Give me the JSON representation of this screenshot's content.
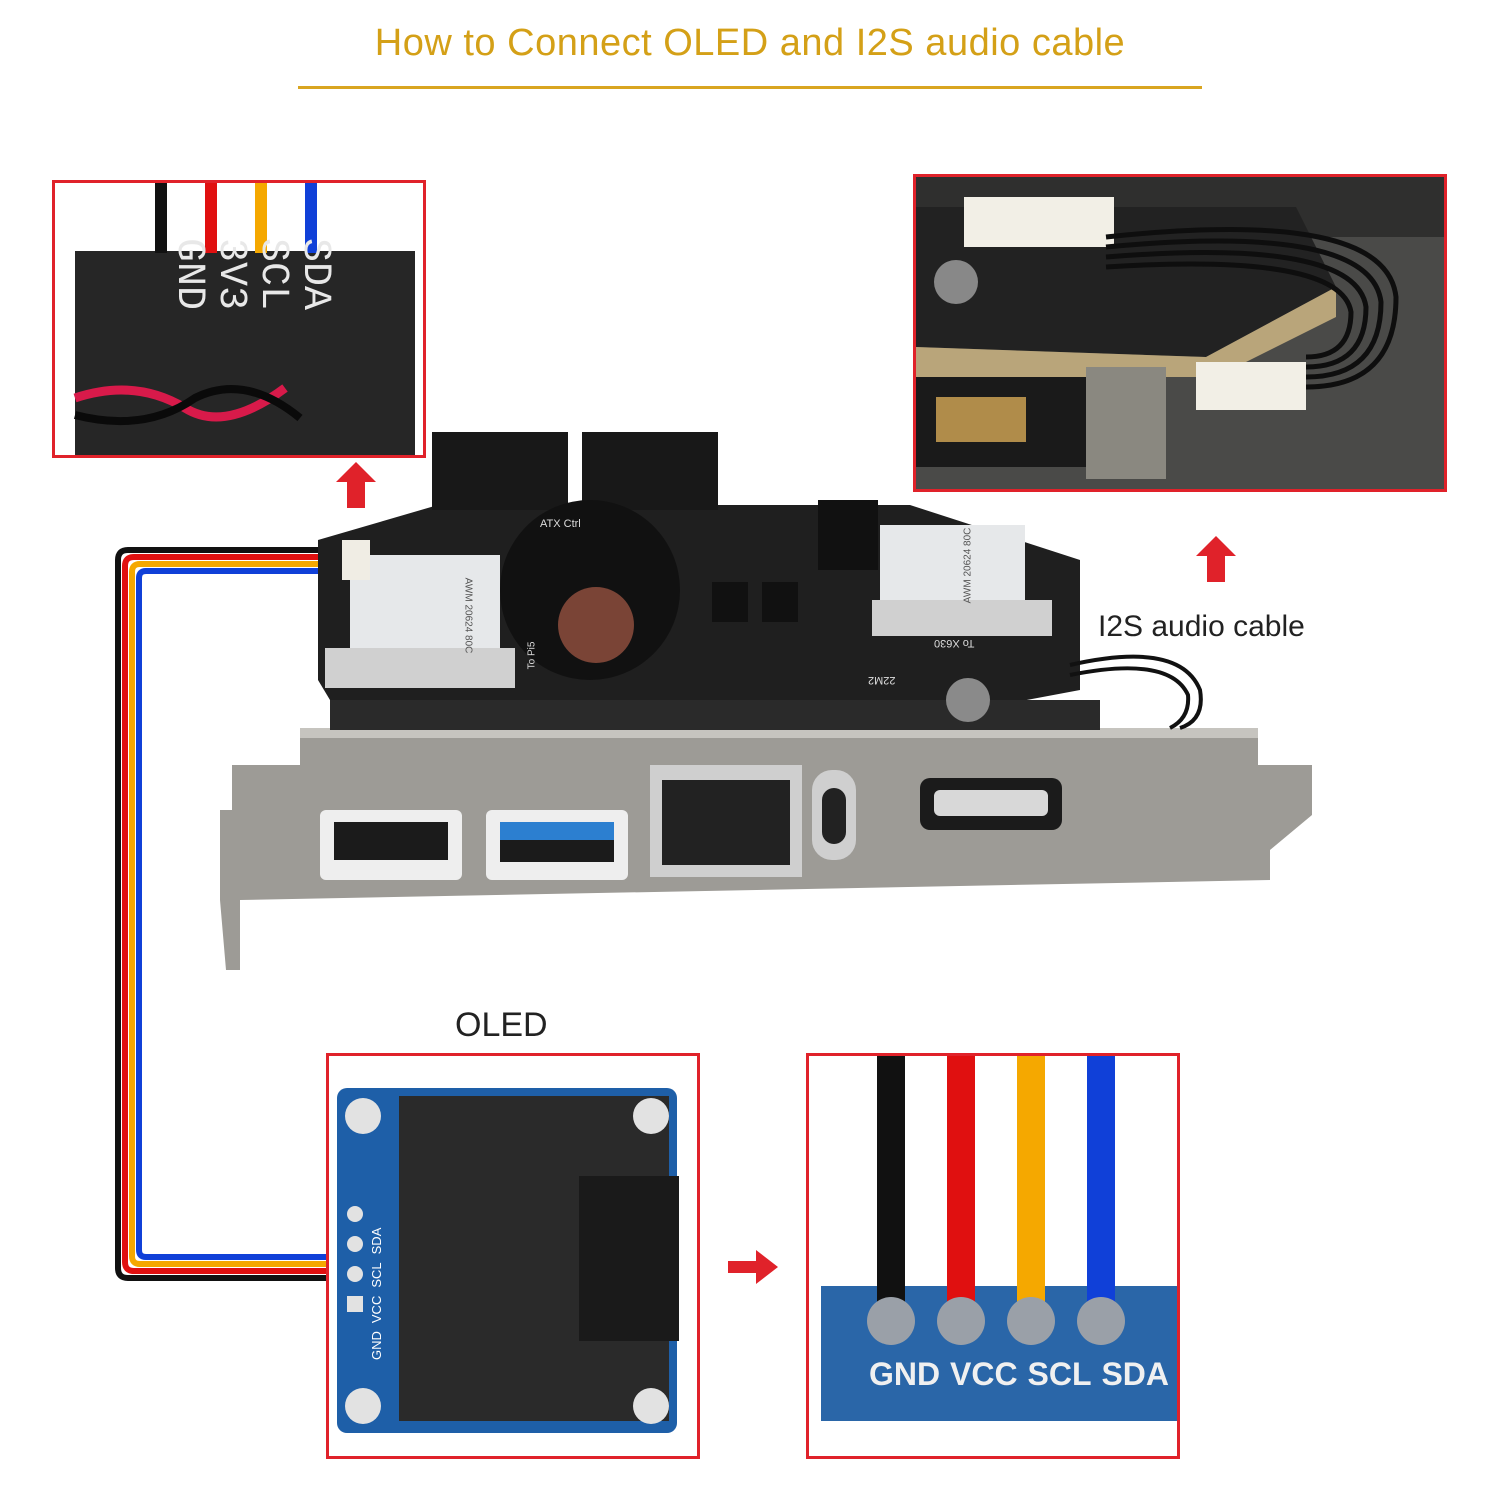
{
  "title": "How to Connect OLED and I2S audio cable",
  "labels": {
    "i2s": "I2S audio cable",
    "oled": "OLED"
  },
  "top_left_pins": [
    "SDA",
    "SCL",
    "3V3",
    "GND"
  ],
  "oled_module_pins": [
    "GND",
    "VCC",
    "SCL",
    "SDA"
  ],
  "oled_zoom_pins": [
    "GND",
    "VCC",
    "SCL",
    "SDA"
  ],
  "board_silkscreen": {
    "atx": "ATX Ctrl",
    "to_x630": "To X630",
    "awm1": "AWM 20624 80C",
    "awm2": "AWM 20624 80C",
    "to_pi": "To Pi5",
    "dim": "22M2"
  },
  "colors": {
    "title": "#d4a017",
    "box": "#e0222a",
    "wire_gnd": "#111111",
    "wire_vcc": "#e01010",
    "wire_scl": "#f5a800",
    "wire_sda": "#1040d8"
  }
}
